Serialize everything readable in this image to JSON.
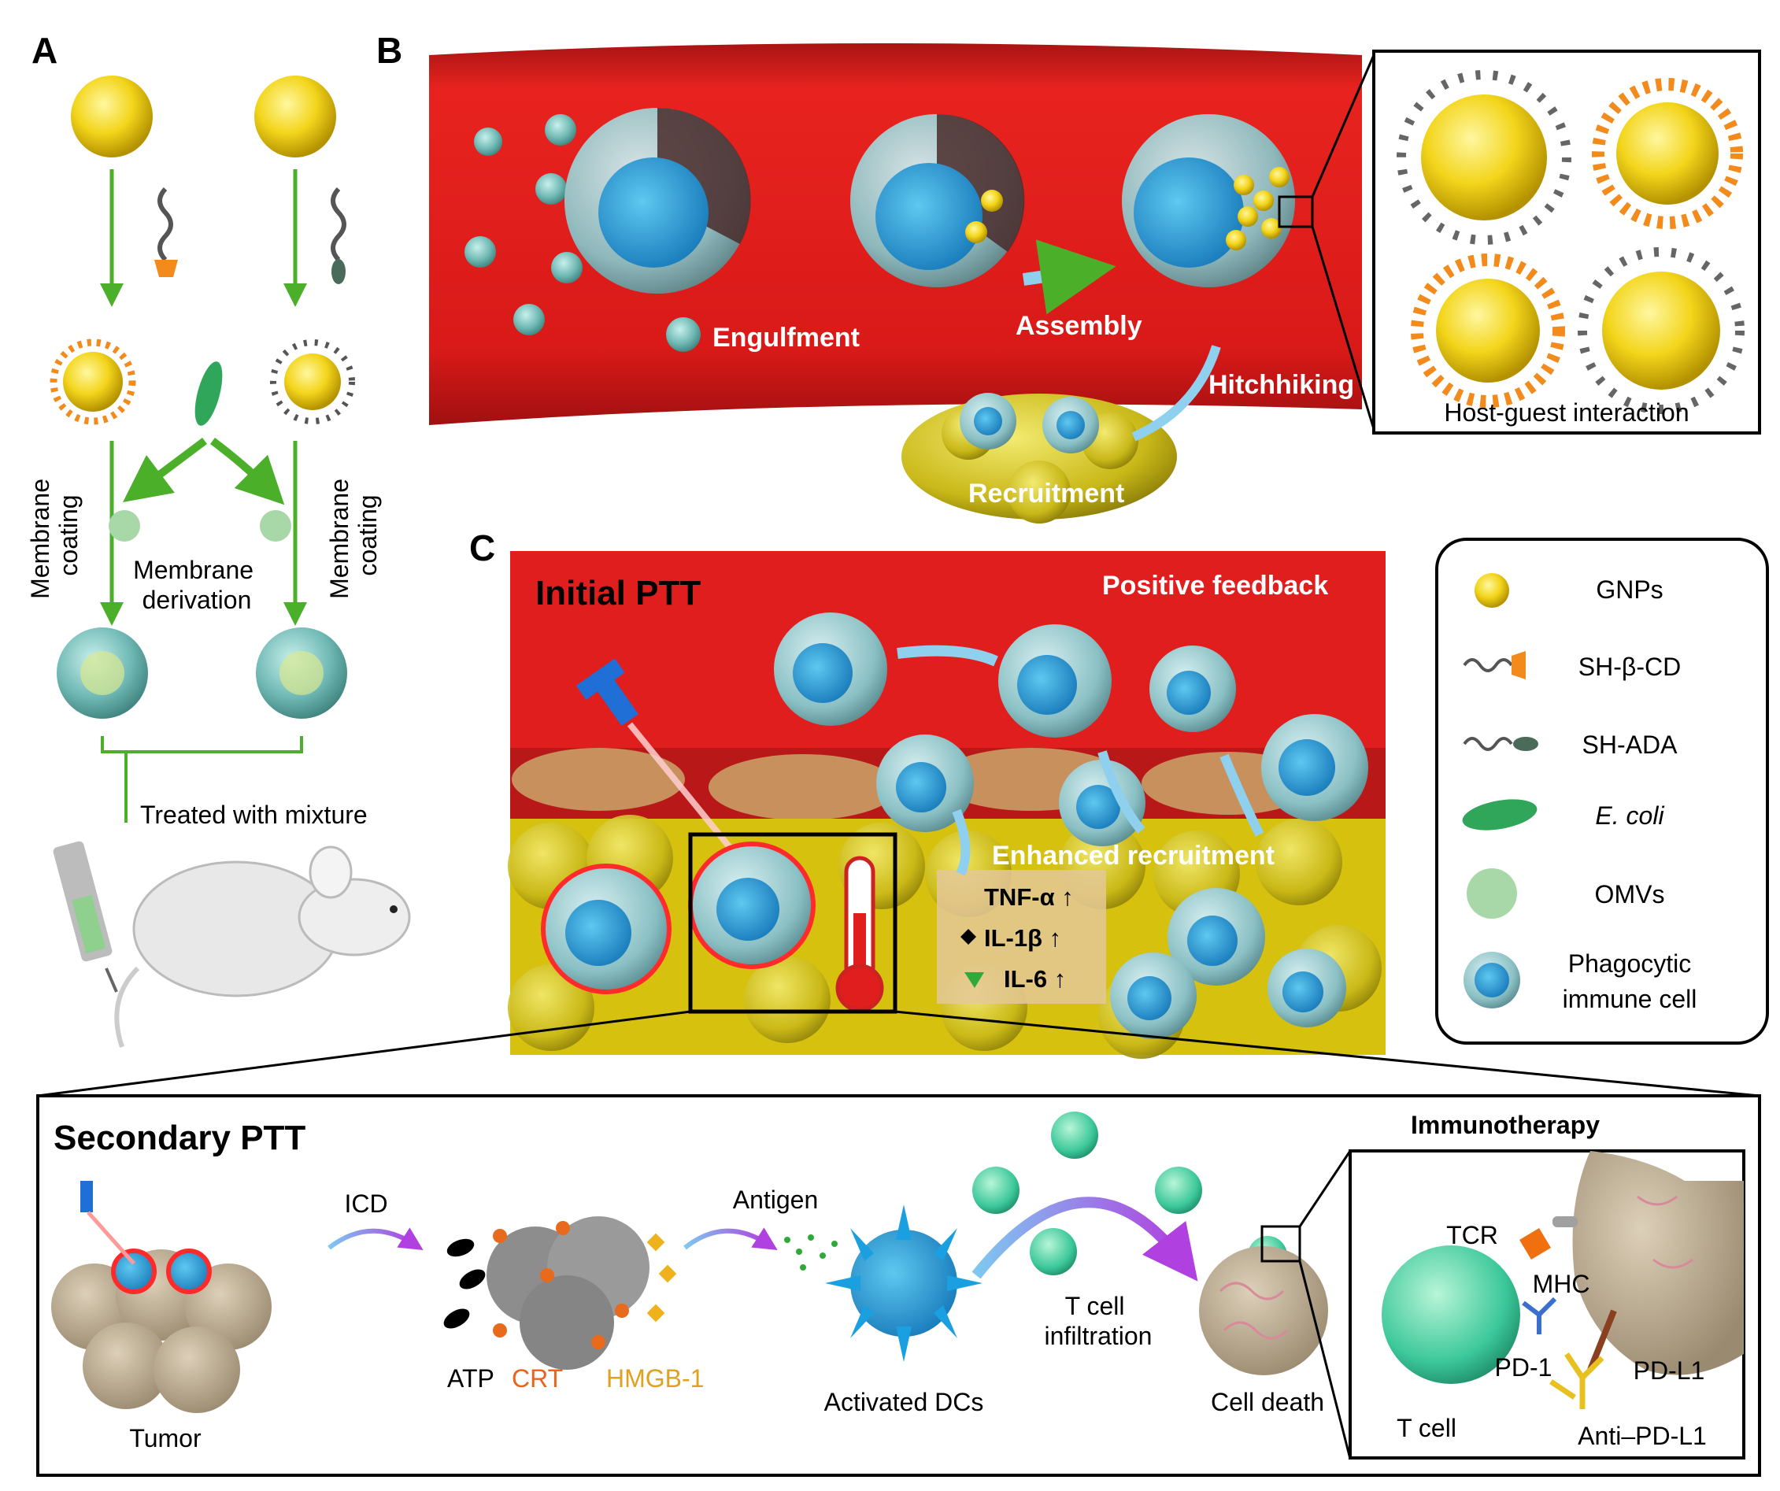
{
  "panels": {
    "a": "A",
    "b": "B",
    "c": "C"
  },
  "panel_a": {
    "coating_left": [
      "Membrane",
      "coating"
    ],
    "coating_right": [
      "Membrane",
      "coating"
    ],
    "derivation": [
      "Membrane",
      "derivation"
    ],
    "treated": "Treated with mixture"
  },
  "panel_b": {
    "engulfment": "Engulfment",
    "assembly": "Assembly",
    "hitchhiking": "Hitchhiking",
    "recruitment": "Recruitment",
    "inset_caption": "Host-guest interaction"
  },
  "panel_c": {
    "initial": "Initial PTT",
    "positive": "Positive feedback",
    "enhanced": "Enhanced recruitment",
    "cytokines": [
      "TNF-α ↑",
      "IL-1β ↑",
      "IL-6 ↑"
    ]
  },
  "legend": [
    {
      "label": "GNPs",
      "icon": "gnp-icon"
    },
    {
      "label": "SH-β-CD",
      "icon": "sh-beta-cd-icon"
    },
    {
      "label": "SH-ADA",
      "icon": "sh-ada-icon"
    },
    {
      "label": "E. coli",
      "icon": "ecoli-icon"
    },
    {
      "label": "OMVs",
      "icon": "omv-icon"
    },
    {
      "label": "Phagocytic",
      "label2": "immune cell",
      "icon": "phagocytic-cell-icon"
    }
  ],
  "secondary": {
    "title": "Secondary PTT",
    "tumor": "Tumor",
    "icd": "ICD",
    "atp": "ATP",
    "crt": "CRT",
    "hmgb": "HMGB-1",
    "antigen": "Antigen",
    "dcs": "Activated  DCs",
    "tcell_infiltration": [
      "T cell",
      "infiltration"
    ],
    "cell_death": "Cell death",
    "immuno": "Immunotherapy",
    "tcr": "TCR",
    "mhc": "MHC",
    "pd1": "PD-1",
    "pdl1": "PD-L1",
    "tcell": "T cell",
    "antipdl1": "Anti–PD-L1"
  },
  "colors": {
    "vessel": "#e01e1e",
    "gold": "#f3d51b",
    "orange_text": "#e8641c",
    "yellow_text": "#e0a020",
    "arrow_green": "#4caf2a",
    "cell_teal": "#7ec4c4",
    "arrow_blue": "#8fd0ee"
  }
}
